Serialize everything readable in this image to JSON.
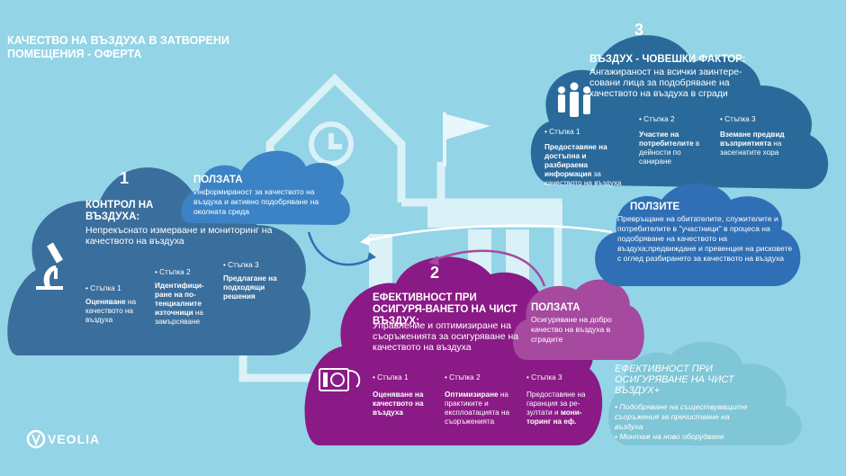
{
  "header": {
    "title": "КАЧЕСТВО НА ВЪЗДУХА В ЗАТВОРЕНИ ПОМЕЩЕНИЯ - ОФЕРТА"
  },
  "cloud1": {
    "number": "1",
    "title": "КОНТРОЛ НА ВЪЗДУХА:",
    "desc": "Непрекъснато измерване и мониторинг на качеството на въздуха",
    "steps": [
      {
        "label": "Стъпка 1",
        "bold": "Оценяване",
        "text": " на качеството на въздуха"
      },
      {
        "label": "Стъпка 2",
        "bold": "Идентифици-ране на по-тенциалните източници",
        "text": " на замърсяване"
      },
      {
        "label": "Стъпка 3",
        "bold": "Предлагане на подходящи решения",
        "text": ""
      }
    ]
  },
  "benefit1": {
    "title": "ПОЛЗАТА",
    "text": "Информираност за качеството на въздуха и активно подобряване на околната среда"
  },
  "cloud2": {
    "number": "2",
    "title": "ЕФЕКТИВНОСТ ПРИ ОСИГУРЯ-ВАНЕТО НА ЧИСТ ВЪЗДУХ:",
    "desc": "Управление и оптимизиране на съоръженията за осигуряване на качеството на въздуха",
    "steps": [
      {
        "label": "Стъпка 1",
        "bold": "Оценяване на качеството на въздуха",
        "text": ""
      },
      {
        "label": "Стъпка 2",
        "bold": "Оптимизиране",
        "text": " на практиките и експлоатацията на съоръженията"
      },
      {
        "label": "Стъпка 3",
        "bold": "мони-торинг на еф.",
        "text": "Предоставяне на гаранция за ре-зултати и "
      }
    ]
  },
  "benefit2": {
    "title": "ПОЛЗАТА",
    "text": "Осигуряване на добро качество на въздуха в сградите"
  },
  "cloud3": {
    "number": "3",
    "title": "ВЪЗДУХ - ЧОВЕШКИ ФАКТОР:",
    "desc": "Ангажираност на всички заинтере-совани лица за подобряване на качеството на въздуха в сгради",
    "steps": [
      {
        "label": "Стъпка 1",
        "bold": "Предоставяне на достъпна и разбираема информация",
        "text": " за качеството на въздуха"
      },
      {
        "label": "Стъпка 2",
        "bold": "Участие на потребителите",
        "text": " в дейности по саниране"
      },
      {
        "label": "Стъпка 3",
        "bold": "Вземане предвид възприятията",
        "text": " на засегнатите хора"
      }
    ]
  },
  "benefit3": {
    "title": "ПОЛЗИТЕ",
    "text": "Превръщане на обитателите, служителите и потребителите в \"участници\" в процеса на подобряване на качеството на въздуха;предвиждане и превенция на рисковете с оглед разбирането за качеството на въздуха"
  },
  "extra": {
    "title": "ЕФЕКТИВНОСТ ПРИ ОСИГУРЯВАНЕ НА ЧИСТ ВЪЗДУХ+",
    "items": [
      "Подобряване на съществуващите съоръжения за пречистване на въздуха",
      "Монтаж на ново оборудване"
    ]
  },
  "logo": {
    "text": "VEOLIA"
  },
  "colors": {
    "bg": "#93d4e6",
    "cloud1": "#3a6e9c",
    "cloud2": "#8a1a85",
    "cloud3": "#2a6a9a",
    "benefit1": "#3b83c4",
    "benefit2": "#a64aa0",
    "benefit3": "#2f6fb5",
    "extra": "#7fc6d6"
  },
  "icons": [
    "microscope-icon",
    "air-unit-icon",
    "people-icon",
    "clock-icon",
    "flag-icon",
    "veolia-logo"
  ]
}
